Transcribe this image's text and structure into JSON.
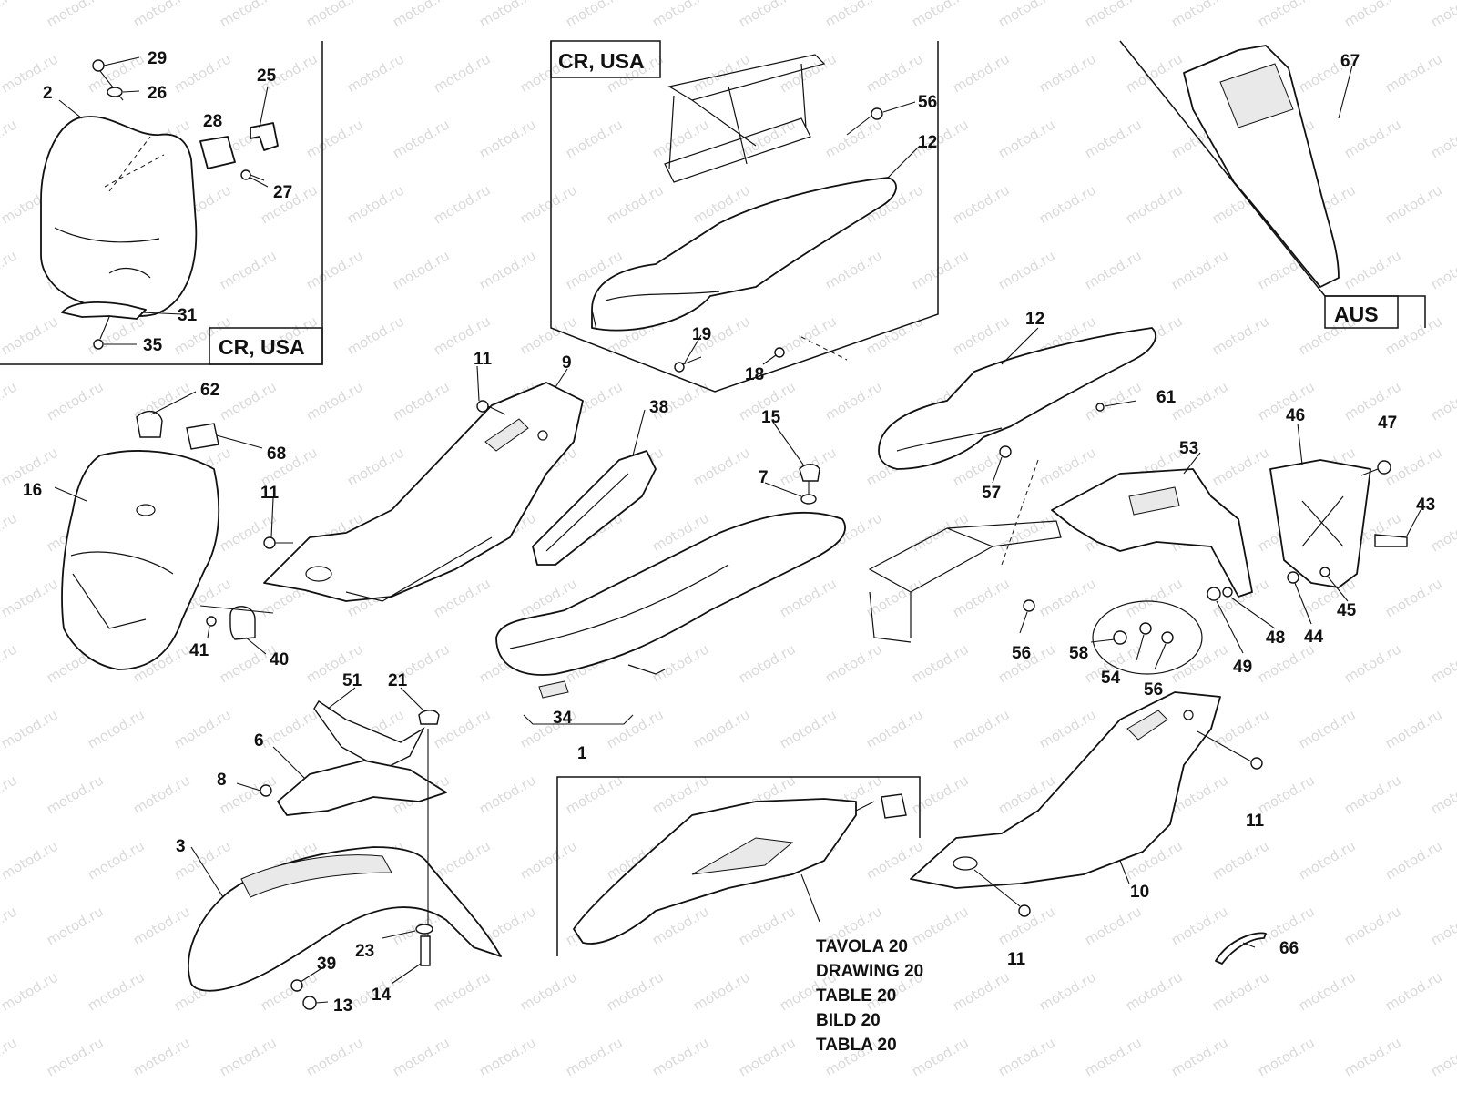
{
  "watermark": "motod.ru",
  "region_labels": {
    "cr_usa_tank": "CR, USA",
    "cr_usa_seat": "CR, USA",
    "aus": "AUS"
  },
  "reference": {
    "tavola": "TAVOLA 20",
    "drawing": "DRAWING 20",
    "table": "TABLE 20",
    "bild": "BILD 20",
    "tabla": "TABLA 20"
  },
  "callouts": {
    "c29": "29",
    "c26": "26",
    "c2": "2",
    "c25": "25",
    "c28": "28",
    "c27": "27",
    "c31": "31",
    "c35": "35",
    "c56a": "56",
    "c12a": "12",
    "c19": "19",
    "c18": "18",
    "c67": "67",
    "c62": "62",
    "c68": "68",
    "c16": "16",
    "c11a": "11",
    "c11b": "11",
    "c41": "41",
    "c40": "40",
    "c9": "9",
    "c38": "38",
    "c15": "15",
    "c7": "7",
    "c34": "34",
    "c1": "1",
    "c12b": "12",
    "c61": "61",
    "c57": "57",
    "c53": "53",
    "c46": "46",
    "c47": "47",
    "c43": "43",
    "c45": "45",
    "c44": "44",
    "c48": "48",
    "c49": "49",
    "c56b": "56",
    "c58": "58",
    "c54": "54",
    "c56c": "56",
    "c51": "51",
    "c21": "21",
    "c6": "6",
    "c8": "8",
    "c3": "3",
    "c23": "23",
    "c14": "14",
    "c39": "39",
    "c13": "13",
    "c11c": "11",
    "c10": "10",
    "c11d": "11",
    "c66": "66"
  }
}
